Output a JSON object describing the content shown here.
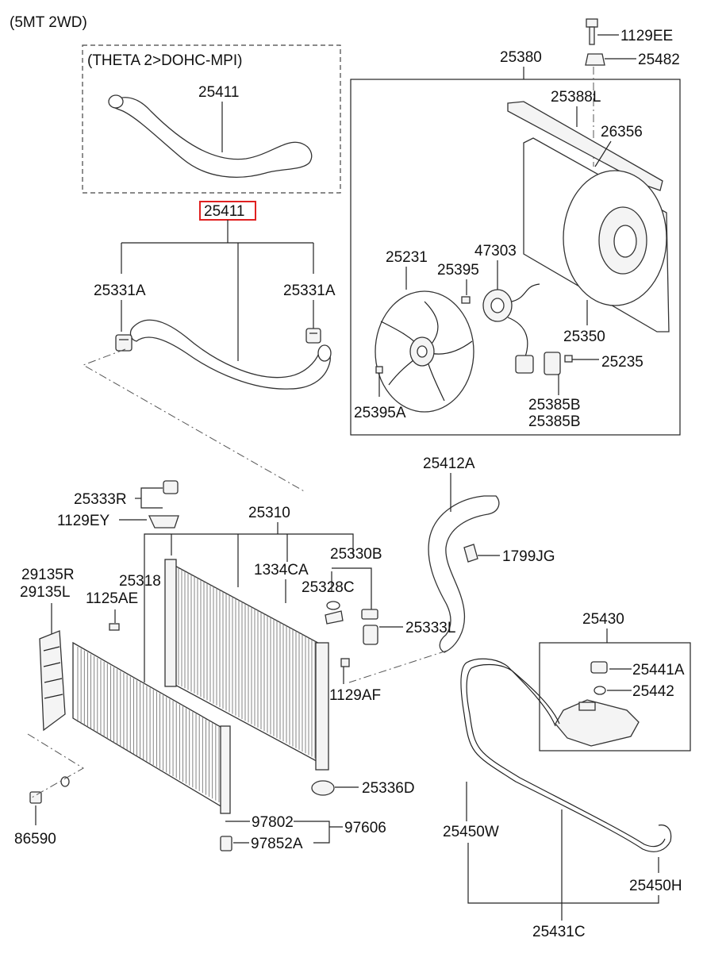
{
  "header": {
    "variant": "(5MT 2WD)",
    "engine_box_title": "(THETA 2>DOHC-MPI)"
  },
  "highlight_color": "#e02020",
  "labels": {
    "p25411_top": "25411",
    "p25411_sel": "25411",
    "p25331a_l": "25331A",
    "p25331a_r": "25331A",
    "p1129ee": "1129EE",
    "p25482": "25482",
    "p25380": "25380",
    "p25388l": "25388L",
    "p26356": "26356",
    "p25231": "25231",
    "p47303": "47303",
    "p25395": "25395",
    "p25350": "25350",
    "p25235": "25235",
    "p25385b_1": "25385B",
    "p25385b_2": "25385B",
    "p25395a": "25395A",
    "p25412a": "25412A",
    "p1799jg": "1799JG",
    "p25333r": "25333R",
    "p1129ey": "1129EY",
    "p25310": "25310",
    "p25330b": "25330B",
    "p25318": "25318",
    "p1334ca": "1334CA",
    "p25328c": "25328C",
    "p29135r": "29135R",
    "p29135l": "29135L",
    "p1125ae": "1125AE",
    "p25333l": "25333L",
    "p1129af": "1129AF",
    "p25430": "25430",
    "p25441a": "25441A",
    "p25442": "25442",
    "p25336d": "25336D",
    "p97802": "97802",
    "p97606": "97606",
    "p97852a": "97852A",
    "p86590": "86590",
    "p25450w": "25450W",
    "p25450h": "25450H",
    "p25431c": "25431C"
  }
}
